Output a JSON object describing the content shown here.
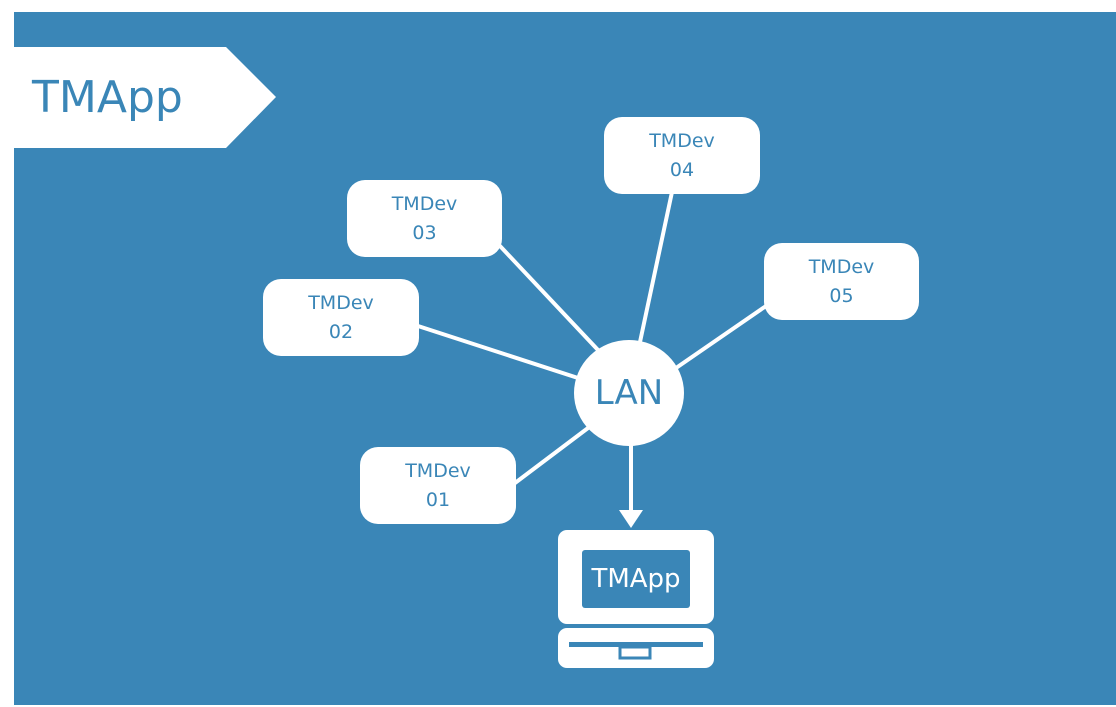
{
  "banner": {
    "title": "TMApp"
  },
  "hub": {
    "label": "LAN"
  },
  "devices": [
    {
      "line1": "TMDev",
      "line2": "01"
    },
    {
      "line1": "TMDev",
      "line2": "02"
    },
    {
      "line1": "TMDev",
      "line2": "03"
    },
    {
      "line1": "TMDev",
      "line2": "04"
    },
    {
      "line1": "TMDev",
      "line2": "05"
    }
  ],
  "laptop": {
    "screen_label": "TMApp"
  },
  "colors": {
    "background": "#3a86b7",
    "foreground": "#ffffff",
    "text_on_white": "#3a86b7"
  }
}
